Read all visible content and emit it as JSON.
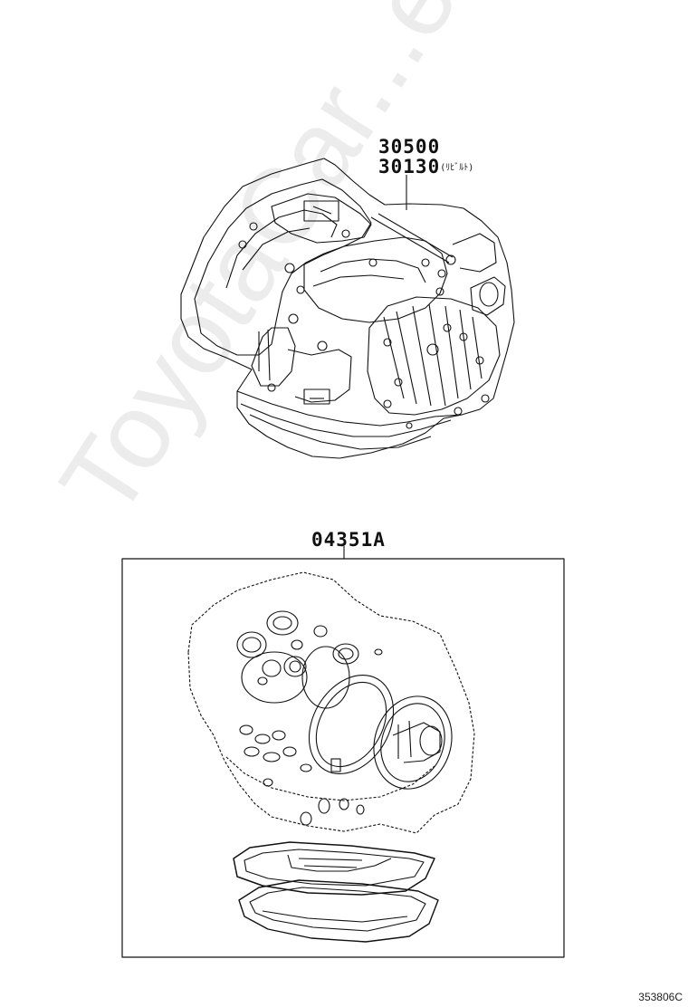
{
  "parts": {
    "transaxle_no_1": "30500",
    "transaxle_no_2": "30130",
    "transaxle_no_2_note": "(ﾘﾋﾞﾙﾄ)",
    "gasket_kit_no": "04351A"
  },
  "figure_code": "353806C",
  "watermark": "ToyotaCar...e.ru",
  "colors": {
    "line": "#111111",
    "watermark": "#cfcfcf",
    "background": "#ffffff"
  }
}
